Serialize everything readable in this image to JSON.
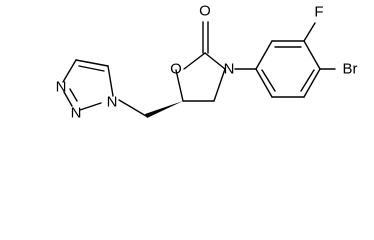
{
  "atoms": {
    "carbonyl_o": "O",
    "ring_o": "O",
    "ring_n": "N",
    "fluorine": "F",
    "bromine": "Br",
    "triazole_n1": "N",
    "triazole_n2": "N",
    "triazole_n3": "N"
  },
  "colors": {
    "bond": "#000000",
    "label": "#000000",
    "background": "#ffffff"
  }
}
